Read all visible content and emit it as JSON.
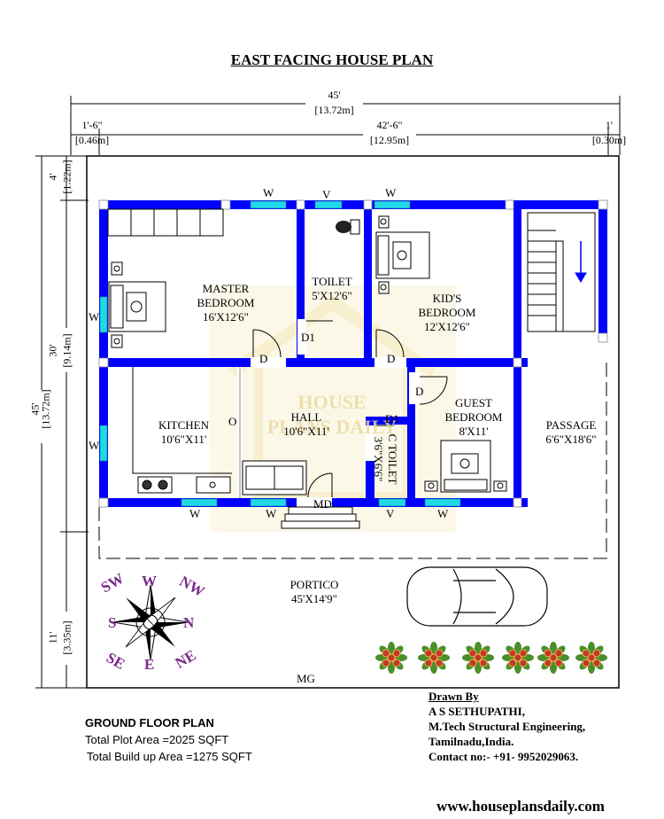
{
  "title": "EAST FACING HOUSE PLAN",
  "dimensions": {
    "total_width_ft": "45'",
    "total_width_m": "[13.72m]",
    "left_margin_ft": "1'-6\"",
    "left_margin_m": "[0.46m]",
    "center_ft": "42'-6\"",
    "center_m": "[12.95m]",
    "right_margin_ft": "1'",
    "right_margin_m": "[0.30m]",
    "total_height_ft": "45'",
    "total_height_m": "[13.72m]",
    "top_ft": "4'",
    "top_m": "[1.22m]",
    "mid_ft": "30'",
    "mid_m": "[9.14m]",
    "bottom_ft": "11'",
    "bottom_m": "[3.35m]"
  },
  "rooms": {
    "master": {
      "name1": "MASTER",
      "name2": "BEDROOM",
      "size": "16'X12'6\""
    },
    "toilet": {
      "name": "TOILET",
      "size": "5'X12'6\""
    },
    "kids": {
      "name1": "KID'S",
      "name2": "BEDROOM",
      "size": "12'X12'6\""
    },
    "kitchen": {
      "name": "KITCHEN",
      "size": "10'6\"X11'"
    },
    "hall": {
      "name": "HALL",
      "size": "10'6\"X11'"
    },
    "ctoilet": {
      "name": "C TOILET",
      "size": "3'6\"X6'6\""
    },
    "guest": {
      "name1": "GUEST",
      "name2": "BEDROOM",
      "size": "8'X11'"
    },
    "passage": {
      "name": "PASSAGE",
      "size": "6'6\"X18'6\""
    },
    "portico": {
      "name": "PORTICO",
      "size": "45'X14'9\""
    }
  },
  "labels": {
    "window": "W",
    "ventilator": "V",
    "door": "D",
    "door1": "D1",
    "main_door": "MD",
    "opening": "O",
    "main_gate": "MG"
  },
  "compass": {
    "sw": "SW",
    "w": "W",
    "nw": "NW",
    "s": "S",
    "n": "N",
    "se": "SE",
    "e": "E",
    "ne": "NE"
  },
  "watermark": "HOUSE PLANS DAILY",
  "plan_info": {
    "heading": "GROUND FLOOR PLAN",
    "plot_area": "Total Plot Area =2025 SQFT",
    "build_area": "Total Build up Area =1275 SQFT"
  },
  "drawn_by": {
    "heading": "Drawn By",
    "name": "A S SETHUPATHI,",
    "qualification": "M.Tech Structural Engineering,",
    "location": "Tamilnadu,India.",
    "contact": "Contact no:- +91- 9952029063."
  },
  "website": "www.houseplansdaily.com",
  "colors": {
    "wall": "#0000ff",
    "window": "#22d8e8",
    "flower": "#c0392b",
    "compass": "#7b2a8a"
  }
}
